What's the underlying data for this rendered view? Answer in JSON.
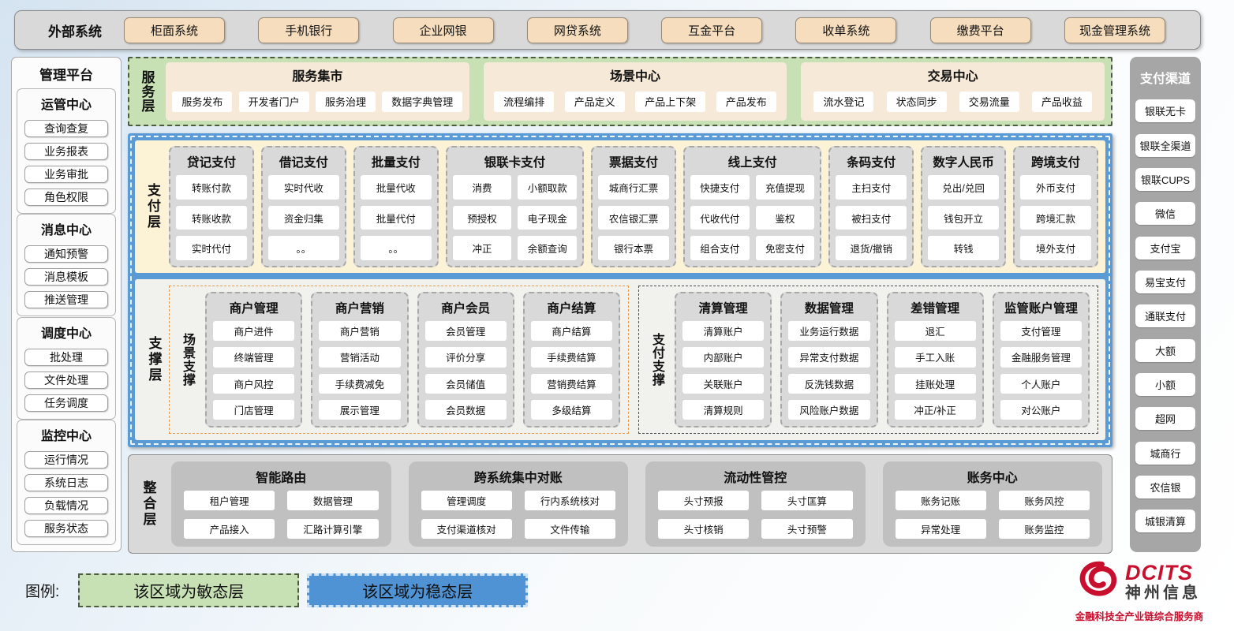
{
  "external_systems": {
    "label": "外部系统",
    "items": [
      "柜面系统",
      "手机银行",
      "企业网银",
      "网贷系统",
      "互金平台",
      "收单系统",
      "缴费平台",
      "现金管理系统"
    ]
  },
  "management_platform": {
    "title": "管理平台",
    "sections": [
      {
        "title": "运管中心",
        "items": [
          "查询查复",
          "业务报表",
          "业务审批",
          "角色权限"
        ]
      },
      {
        "title": "消息中心",
        "items": [
          "通知预警",
          "消息模板",
          "推送管理"
        ]
      },
      {
        "title": "调度中心",
        "items": [
          "批处理",
          "文件处理",
          "任务调度"
        ]
      },
      {
        "title": "监控中心",
        "items": [
          "运行情况",
          "系统日志",
          "负载情况",
          "服务状态"
        ]
      }
    ]
  },
  "service_layer": {
    "label": "服务层",
    "groups": [
      {
        "title": "服务集市",
        "items": [
          "服务发布",
          "开发者门户",
          "服务治理",
          "数据字典管理"
        ]
      },
      {
        "title": "场景中心",
        "items": [
          "流程编排",
          "产品定义",
          "产品上下架",
          "产品发布"
        ]
      },
      {
        "title": "交易中心",
        "items": [
          "流水登记",
          "状态同步",
          "交易流量",
          "产品收益"
        ]
      }
    ]
  },
  "payment_layer": {
    "label": "支付层",
    "columns": [
      {
        "title": "贷记支付",
        "cols": 1,
        "items": [
          "转账付款",
          "转账收款",
          "实时代付"
        ]
      },
      {
        "title": "借记支付",
        "cols": 1,
        "items": [
          "实时代收",
          "资金归集",
          "。。"
        ]
      },
      {
        "title": "批量支付",
        "cols": 1,
        "items": [
          "批量代收",
          "批量代付",
          "。。"
        ]
      },
      {
        "title": "银联卡支付",
        "cols": 2,
        "items": [
          "消费",
          "小额取款",
          "预授权",
          "电子现金",
          "冲正",
          "余额查询"
        ]
      },
      {
        "title": "票据支付",
        "cols": 1,
        "items": [
          "城商行汇票",
          "农信银汇票",
          "银行本票"
        ]
      },
      {
        "title": "线上支付",
        "cols": 2,
        "items": [
          "快捷支付",
          "充值提现",
          "代收代付",
          "鉴权",
          "组合支付",
          "免密支付"
        ]
      },
      {
        "title": "条码支付",
        "cols": 1,
        "items": [
          "主扫支付",
          "被扫支付",
          "退货/撤销"
        ]
      },
      {
        "title": "数字人民币",
        "cols": 1,
        "items": [
          "兑出/兑回",
          "钱包开立",
          "转钱"
        ]
      },
      {
        "title": "跨境支付",
        "cols": 1,
        "items": [
          "外币支付",
          "跨境汇款",
          "境外支付"
        ]
      }
    ]
  },
  "support_layer": {
    "label": "支撑层",
    "groups": [
      {
        "label": "场景支撑",
        "accent": "orange",
        "columns": [
          {
            "title": "商户管理",
            "items": [
              "商户进件",
              "终端管理",
              "商户风控",
              "门店管理"
            ]
          },
          {
            "title": "商户营销",
            "items": [
              "商户营销",
              "营销活动",
              "手续费减免",
              "展示管理"
            ]
          },
          {
            "title": "商户会员",
            "items": [
              "会员管理",
              "评价分享",
              "会员储值",
              "会员数据"
            ]
          },
          {
            "title": "商户结算",
            "items": [
              "商户结算",
              "手续费结算",
              "营销费结算",
              "多级结算"
            ]
          }
        ]
      },
      {
        "label": "支付支撑",
        "accent": "dark",
        "columns": [
          {
            "title": "清算管理",
            "items": [
              "清算账户",
              "内部账户",
              "关联账户",
              "清算规则"
            ]
          },
          {
            "title": "数据管理",
            "items": [
              "业务运行数据",
              "异常支付数据",
              "反洗钱数据",
              "风险账户数据"
            ]
          },
          {
            "title": "差错管理",
            "items": [
              "退汇",
              "手工入账",
              "挂账处理",
              "冲正/补正"
            ]
          },
          {
            "title": "监管账户管理",
            "items": [
              "支付管理",
              "金融服务管理",
              "个人账户",
              "对公账户"
            ]
          }
        ]
      }
    ]
  },
  "integration_layer": {
    "label": "整合层",
    "groups": [
      {
        "title": "智能路由",
        "items": [
          "租户管理",
          "数据管理",
          "产品接入",
          "汇路计算引擎"
        ]
      },
      {
        "title": "跨系统集中对账",
        "items": [
          "管理调度",
          "行内系统核对",
          "支付渠道核对",
          "文件传输"
        ]
      },
      {
        "title": "流动性管控",
        "items": [
          "头寸预报",
          "头寸匡算",
          "头寸核销",
          "头寸预警"
        ]
      },
      {
        "title": "账务中心",
        "items": [
          "账务记账",
          "账务风控",
          "异常处理",
          "账务监控"
        ]
      }
    ]
  },
  "payment_channels": {
    "title": "支付渠道",
    "items": [
      "银联无卡",
      "银联全渠道",
      "银联CUPS",
      "微信",
      "支付宝",
      "易宝支付",
      "通联支付",
      "大额",
      "小额",
      "超网",
      "城商行",
      "农信银",
      "城银清算"
    ]
  },
  "legend": {
    "label": "图例:",
    "agile": "该区域为敏态层",
    "stable": "该区域为稳态层"
  },
  "logo": {
    "brand": "DCITS",
    "name": "神州信息",
    "tagline": "金融科技全产业链综合服务商"
  },
  "colors": {
    "agile_green": "#c7e1b5",
    "stable_blue": "#5b9bd5",
    "payment_cream": "#fcf3d7",
    "external_tan": "#f5ddbd",
    "column_gray": "#d9d9d9",
    "channel_gray": "#a6a6a6",
    "scene_orange": "#e99b4e",
    "brand_red": "#c8102e"
  }
}
